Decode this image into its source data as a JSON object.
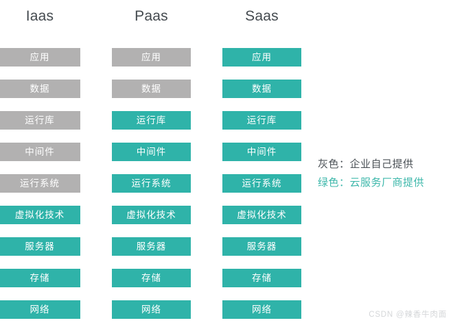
{
  "diagram": {
    "title_row": [
      {
        "id": "iaas",
        "label": "Iaas"
      },
      {
        "id": "paas",
        "label": "Paas"
      },
      {
        "id": "saas",
        "label": "Saas"
      }
    ],
    "layer_names": [
      "应用",
      "数据",
      "运行库",
      "中间件",
      "运行系统",
      "虚拟化技术",
      "服务器",
      "存储",
      "网络"
    ],
    "columns": {
      "iaas": {
        "label": "Iaas",
        "layers": [
          {
            "name": "应用",
            "fill": "gray"
          },
          {
            "name": "数据",
            "fill": "gray"
          },
          {
            "name": "运行库",
            "fill": "gray"
          },
          {
            "name": "中间件",
            "fill": "gray"
          },
          {
            "name": "运行系统",
            "fill": "gray"
          },
          {
            "name": "虚拟化技术",
            "fill": "green"
          },
          {
            "name": "服务器",
            "fill": "green"
          },
          {
            "name": "存储",
            "fill": "green"
          },
          {
            "name": "网络",
            "fill": "green"
          }
        ]
      },
      "paas": {
        "label": "Paas",
        "layers": [
          {
            "name": "应用",
            "fill": "gray"
          },
          {
            "name": "数据",
            "fill": "gray"
          },
          {
            "name": "运行库",
            "fill": "green"
          },
          {
            "name": "中间件",
            "fill": "green"
          },
          {
            "name": "运行系统",
            "fill": "green"
          },
          {
            "name": "虚拟化技术",
            "fill": "green"
          },
          {
            "name": "服务器",
            "fill": "green"
          },
          {
            "name": "存储",
            "fill": "green"
          },
          {
            "name": "网络",
            "fill": "green"
          }
        ]
      },
      "saas": {
        "label": "Saas",
        "layers": [
          {
            "name": "应用",
            "fill": "green"
          },
          {
            "name": "数据",
            "fill": "green"
          },
          {
            "name": "运行库",
            "fill": "green"
          },
          {
            "name": "中间件",
            "fill": "green"
          },
          {
            "name": "运行系统",
            "fill": "green"
          },
          {
            "name": "虚拟化技术",
            "fill": "green"
          },
          {
            "name": "服务器",
            "fill": "green"
          },
          {
            "name": "存储",
            "fill": "green"
          },
          {
            "name": "网络",
            "fill": "green"
          }
        ]
      }
    }
  },
  "legend": {
    "items": [
      {
        "id": "gray",
        "text": "灰色：企业自己提供",
        "swatch_color": "#b2b1b1"
      },
      {
        "id": "green",
        "text": "绿色：云服务厂商提供",
        "swatch_color": "#2fb3a9"
      }
    ]
  },
  "watermark": {
    "text": "CSDN @辣香牛肉面"
  },
  "colors": {
    "gray_fill": "#b2b1b1",
    "green_fill": "#2fb3a9",
    "bar_text": "#ffffff",
    "title_text": "#444a4f",
    "legend_gray_text": "#4b5156",
    "legend_green_text": "#3cb7aa",
    "background": "#ffffff",
    "watermark_text": "#d5d7d9"
  }
}
